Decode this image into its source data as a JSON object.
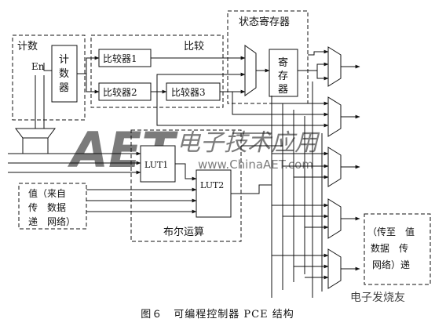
{
  "labels": {
    "counting": "计数",
    "compare": "比较",
    "status_register": "状态寄存器",
    "en": "En",
    "counter": [
      "计",
      "数",
      "器"
    ],
    "comparator1": "比较器1",
    "comparator2": "比较器2",
    "comparator3": "比较器3",
    "register": [
      "寄",
      "存",
      "器"
    ],
    "lut1": "LUT1",
    "lut2": "LUT2",
    "bool_op": "布尔运算",
    "input_src": [
      "值（来自",
      "传　数据",
      "递　网络）"
    ],
    "output_dst": [
      "（传至　值",
      "数据　传",
      "网络）递"
    ]
  },
  "watermark": {
    "logo": "AET",
    "cn": "电子技术应用",
    "url": "www.ChinaAET.com",
    "corner": "电子发烧友"
  },
  "caption": "图６　可编程控制器 PCE 结构",
  "colors": {
    "line": "#111111",
    "watermark_red": "#e8837a",
    "watermark_blue": "#7fb0e0"
  }
}
